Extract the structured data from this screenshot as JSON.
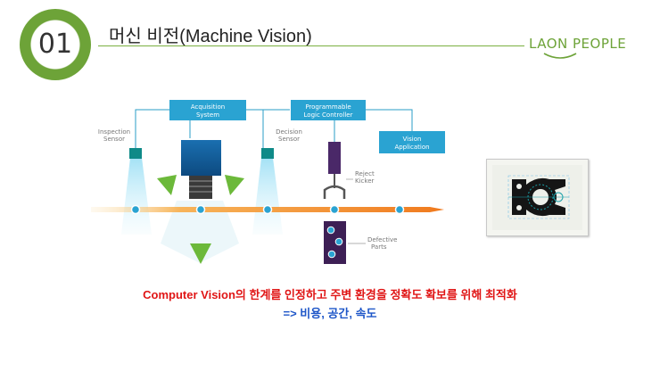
{
  "header": {
    "number": "01",
    "title": "머신 비전(Machine Vision)",
    "logo": "LAON PEOPLE"
  },
  "diagram": {
    "boxes": {
      "acquisition_l1": "Acquisition",
      "acquisition_l2": "System",
      "plc_l1": "Programmable",
      "plc_l2": "Logic Controller",
      "vision_l1": "Vision",
      "vision_l2": "Application"
    },
    "labels": {
      "inspection_l1": "Inspection",
      "inspection_l2": "Sensor",
      "decision_l1": "Decision",
      "decision_l2": "Sensor",
      "reject_l1": "Reject",
      "reject_l2": "Kicker",
      "defective_l1": "Defective",
      "defective_l2": "Parts"
    }
  },
  "caption": {
    "main": "Computer Vision의 한계를 인정하고 주변 환경을 정확도 확보를 위해 최적화",
    "sub": "=> 비용, 공간, 속도"
  },
  "colors": {
    "accent_green": "#6da338",
    "box_blue": "#2aa3d2",
    "belt_orange": "#f07a1e",
    "caption_red": "#e01515",
    "caption_blue": "#1e56c8"
  }
}
